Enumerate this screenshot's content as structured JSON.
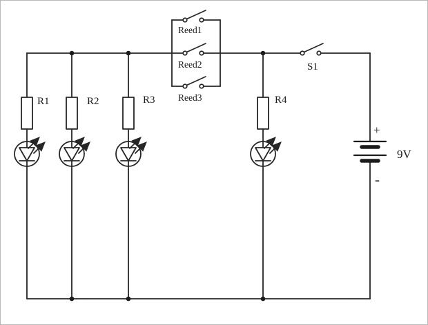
{
  "diagram": {
    "type": "circuit-schematic",
    "background": "#ffffff",
    "wire_color": "#262626",
    "resistors": [
      {
        "label": "R1"
      },
      {
        "label": "R2"
      },
      {
        "label": "R3"
      },
      {
        "label": "R4"
      }
    ],
    "leds": {
      "count": 4,
      "symbol": "led-diode-with-emission-arrows"
    },
    "reed_switches": [
      {
        "label": "Reed1"
      },
      {
        "label": "Reed2"
      },
      {
        "label": "Reed3"
      }
    ],
    "switch": {
      "label": "S1"
    },
    "battery": {
      "voltage": "9V",
      "plus": "+",
      "minus": "-"
    }
  }
}
